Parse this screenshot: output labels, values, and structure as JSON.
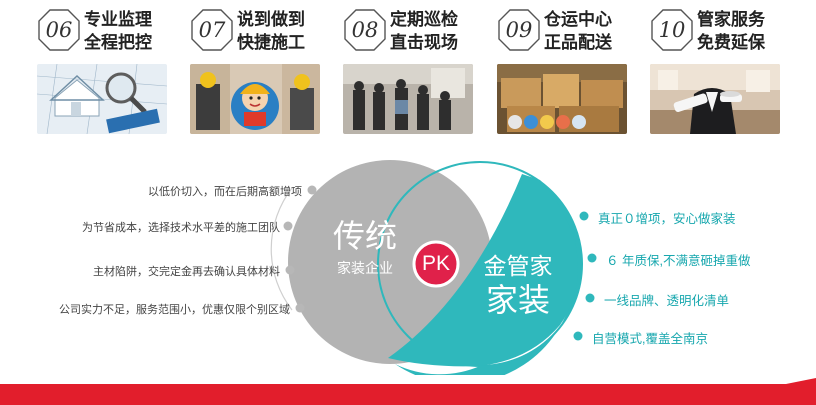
{
  "features": [
    {
      "num": "06",
      "line1": "专业监理",
      "line2": "全程把控",
      "photo": "blueprint-magnifier"
    },
    {
      "num": "07",
      "line1": "说到做到",
      "line2": "快捷施工",
      "photo": "worker-mascot"
    },
    {
      "num": "08",
      "line1": "定期巡检",
      "line2": "直击现场",
      "photo": "site-inspection"
    },
    {
      "num": "09",
      "line1": "仓运中心",
      "line2": "正品配送",
      "photo": "warehouse-boxes"
    },
    {
      "num": "10",
      "line1": "管家服务",
      "line2": "免费延保",
      "photo": "butler-service"
    }
  ],
  "comparison": {
    "left_title": "传统",
    "left_subtitle": "家装企业",
    "pk_label": "PK",
    "right_line1": "金管家",
    "right_line2": "家装",
    "left_points": [
      "以低价切入，而在后期高额增项",
      "为节省成本，选择技术水平差的施工团队",
      "主材陷阱，交完定金再去确认具体材料",
      "公司实力不足，服务范围小，优惠仅限个别区域"
    ],
    "right_points": [
      "真正０增项，安心做家装",
      "６ 年质保,不满意砸掉重做",
      "一线品牌、透明化清单",
      "自营模式,覆盖全南京"
    ]
  },
  "colors": {
    "teal": "#2fb8bc",
    "gray": "#b3b3b3",
    "pk_red": "#e0214a",
    "bar_red": "#e21e2c"
  }
}
